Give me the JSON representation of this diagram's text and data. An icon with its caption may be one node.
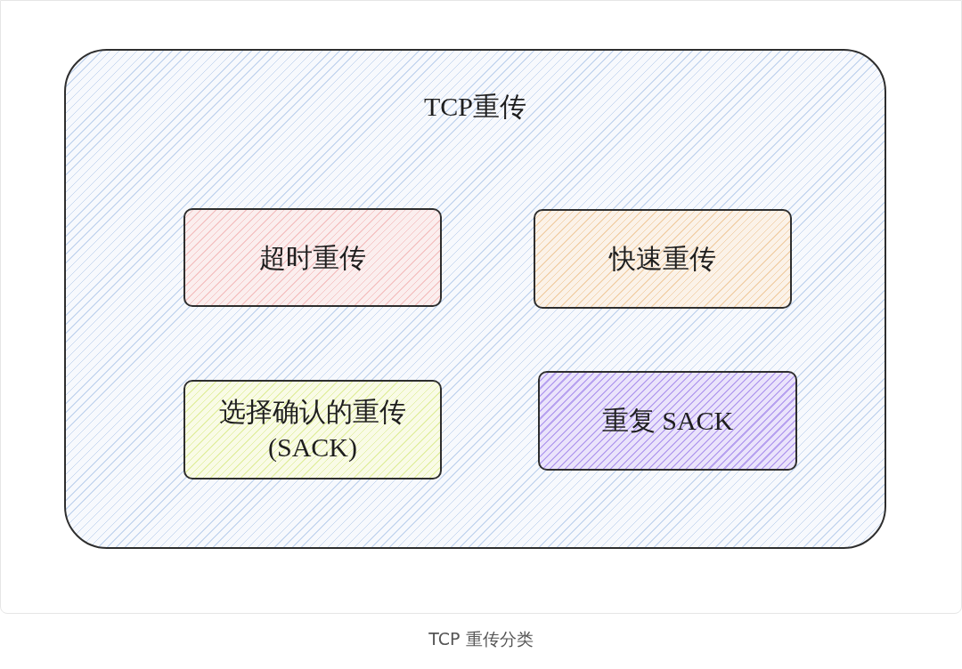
{
  "diagram": {
    "caption": "TCP 重传分类",
    "nodes": [
      {
        "text": [
          "TCP重传"
        ]
      },
      {
        "text": [
          "超时重传"
        ],
        "in": 0
      },
      {
        "text": [
          "快速重传"
        ],
        "in": 0
      },
      {
        "text": [
          "选择确认的重传 (SACK)"
        ],
        "in": 0
      },
      {
        "text": [
          "重复 SACK"
        ],
        "in": 0
      }
    ]
  }
}
